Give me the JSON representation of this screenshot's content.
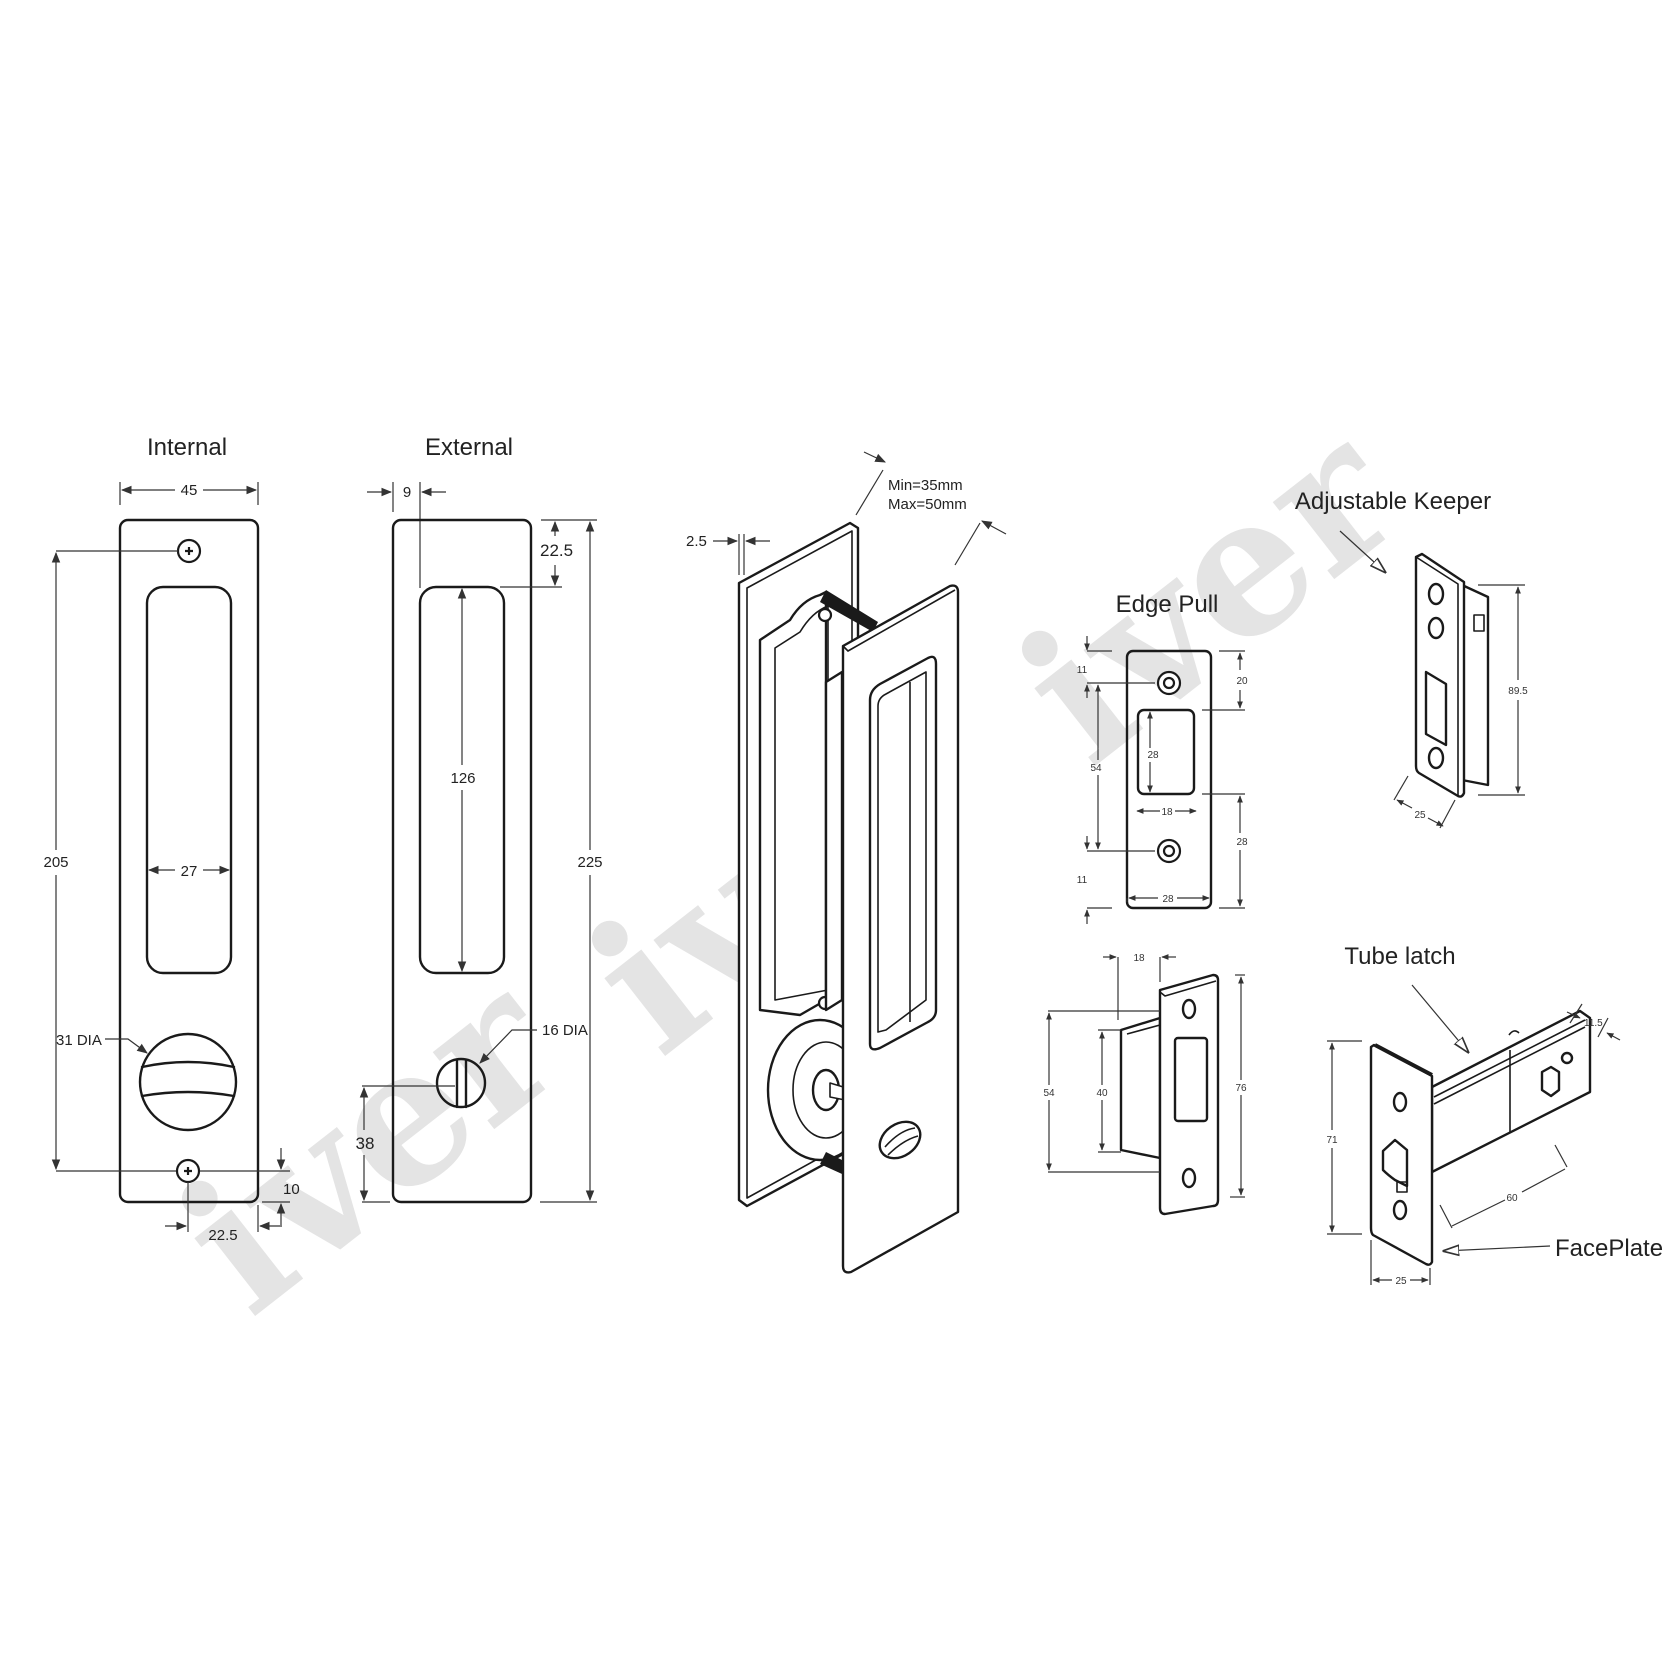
{
  "watermark": {
    "text": "iver",
    "color": "#e4e4e4",
    "count": 3
  },
  "views": {
    "internal": {
      "title": "Internal",
      "dims": {
        "width": "45",
        "height": "205",
        "recess_width": "27",
        "turn_dia": "31 DIA",
        "screw_offset": "10",
        "screw_center": "22.5"
      }
    },
    "external": {
      "title": "External",
      "dims": {
        "edge": "9",
        "top_offset": "22.5",
        "recess_height": "126",
        "height": "225",
        "release_dia": "16 DIA",
        "release_height": "38"
      }
    },
    "assembly": {
      "dims": {
        "flange": "2.5",
        "door_min": "Min=35mm",
        "door_max": "Max=50mm"
      }
    },
    "edge_pull": {
      "title": "Edge Pull",
      "dims": {
        "top_margin": "11",
        "bottom_margin": "11",
        "screw_pitch": "54",
        "recess_top": "20",
        "recess_height": "28",
        "recess_width": "18",
        "recess_bottom": "28",
        "width": "28"
      }
    },
    "strike": {
      "dims": {
        "depth": "18",
        "outer_height": "54",
        "box_height": "40",
        "plate_height": "76"
      }
    },
    "adjustable_keeper": {
      "title": "Adjustable Keeper",
      "dims": {
        "height": "89.5",
        "width": "25"
      }
    },
    "tube_latch": {
      "title": "Tube latch",
      "faceplate_label": "FacePlate",
      "dims": {
        "height": "71",
        "width": "25",
        "backset": "60",
        "bolt": "11.5"
      }
    }
  },
  "colors": {
    "line": "#1a1a1a",
    "dimension": "#333333",
    "background": "#ffffff"
  }
}
